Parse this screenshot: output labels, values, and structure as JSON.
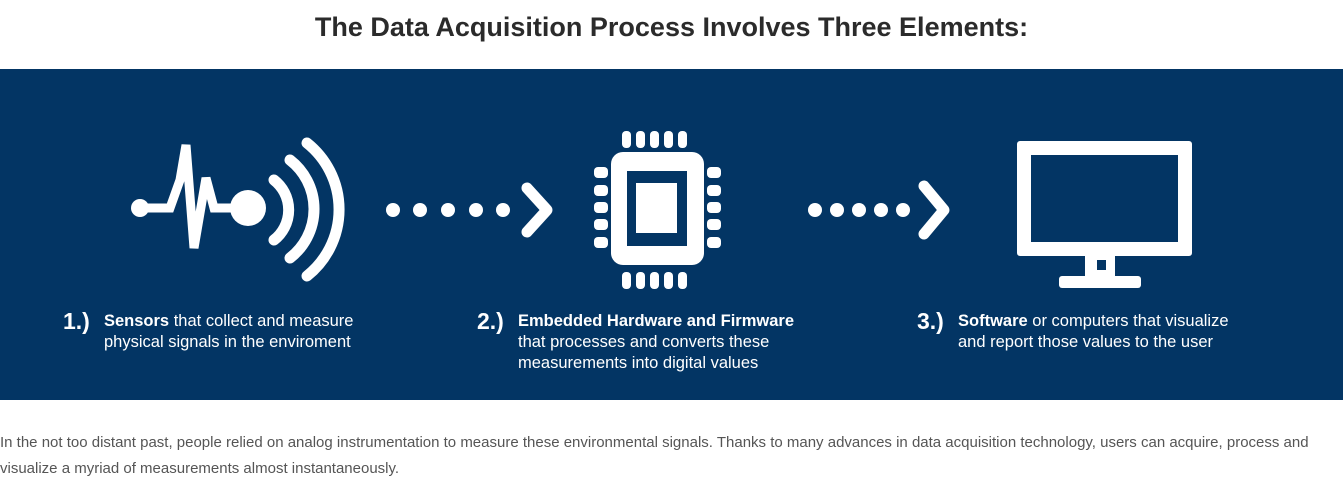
{
  "title": "The Data Acquisition Process Involves Three Elements:",
  "steps": [
    {
      "number": "1.)",
      "bold": "Sensors",
      "text": " that collect and measure",
      "line2": "physical signals in the enviroment",
      "line3": "",
      "icon": "sensor-signal-icon"
    },
    {
      "number": "2.)",
      "bold": "Embedded Hardware and Firmware",
      "text": "",
      "line2": "that processes and converts these",
      "line3": "measurements into digital values",
      "icon": "chip-icon"
    },
    {
      "number": "3.)",
      "bold": "Software",
      "text": " or computers that visualize",
      "line2": "and report those values to the user",
      "line3": "",
      "icon": "monitor-icon"
    }
  ],
  "paragraph": "In the not too distant past, people relied on analog instrumentation to measure these environmental signals. Thanks to many advances in data acquisition technology, users can acquire, process and visualize a myriad of measurements almost instantaneously.",
  "colors": {
    "banner": "#033564",
    "icon": "#ffffff"
  }
}
